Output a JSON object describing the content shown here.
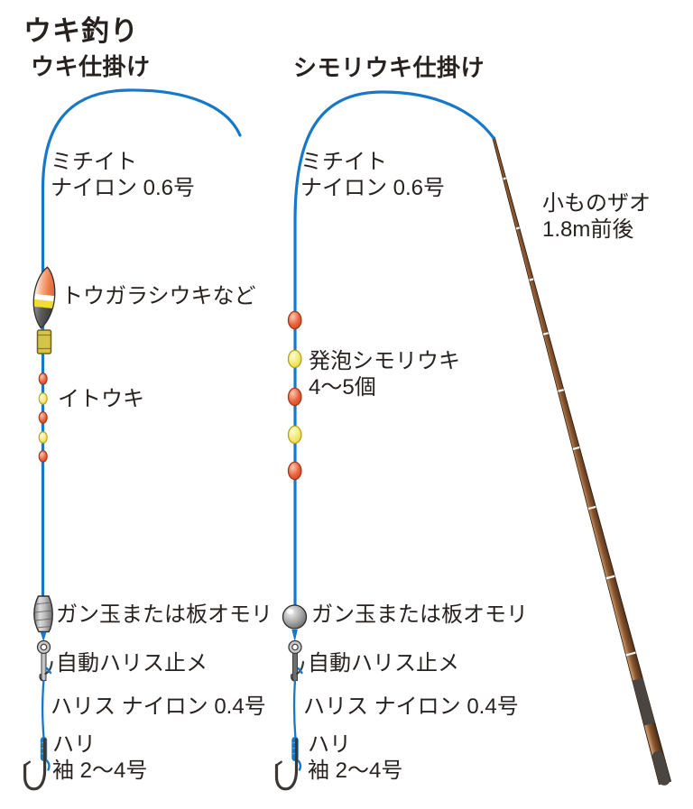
{
  "page": {
    "title": "ウキ釣り"
  },
  "colors": {
    "line_blue": "#1878c8",
    "text": "#272220",
    "bead_orange": "#e8603a",
    "bead_yellow": "#f3e96e",
    "float_top_orange": "#ee7d4c",
    "float_band_yellow": "#f0dc32",
    "float_body_dark": "#4a4a4a",
    "stopper_tube_yellow": "#d6c34a",
    "metal_gray": "#c2c2c2",
    "rod_brown": "#8a5630",
    "rod_grip_dark": "#4a4541",
    "hook_dark": "#3b3734"
  },
  "float_rig": {
    "title": "ウキ仕掛け",
    "main_line_label_1": "ミチイト",
    "main_line_label_2": "ナイロン 0.6号",
    "float_label": "トウガラシウキなど",
    "thread_float_label": "イトウキ",
    "sinker_label": "ガン玉または板オモリ",
    "stopper_label": "自動ハリス止メ",
    "leader_label": "ハリス ナイロン 0.4号",
    "hook_label_1": "ハリ",
    "hook_label_2": "袖 2〜4号"
  },
  "shimori_rig": {
    "title": "シモリウキ仕掛け",
    "main_line_label_1": "ミチイト",
    "main_line_label_2": "ナイロン 0.6号",
    "shimori_label_1": "発泡シモリウキ",
    "shimori_label_2": "4〜5個",
    "sinker_label": "ガン玉または板オモリ",
    "stopper_label": "自動ハリス止メ",
    "leader_label": "ハリス ナイロン 0.4号",
    "hook_label_1": "ハリ",
    "hook_label_2": "袖 2〜4号"
  },
  "rod": {
    "label_1": "小ものザオ",
    "label_2": "1.8m前後"
  }
}
